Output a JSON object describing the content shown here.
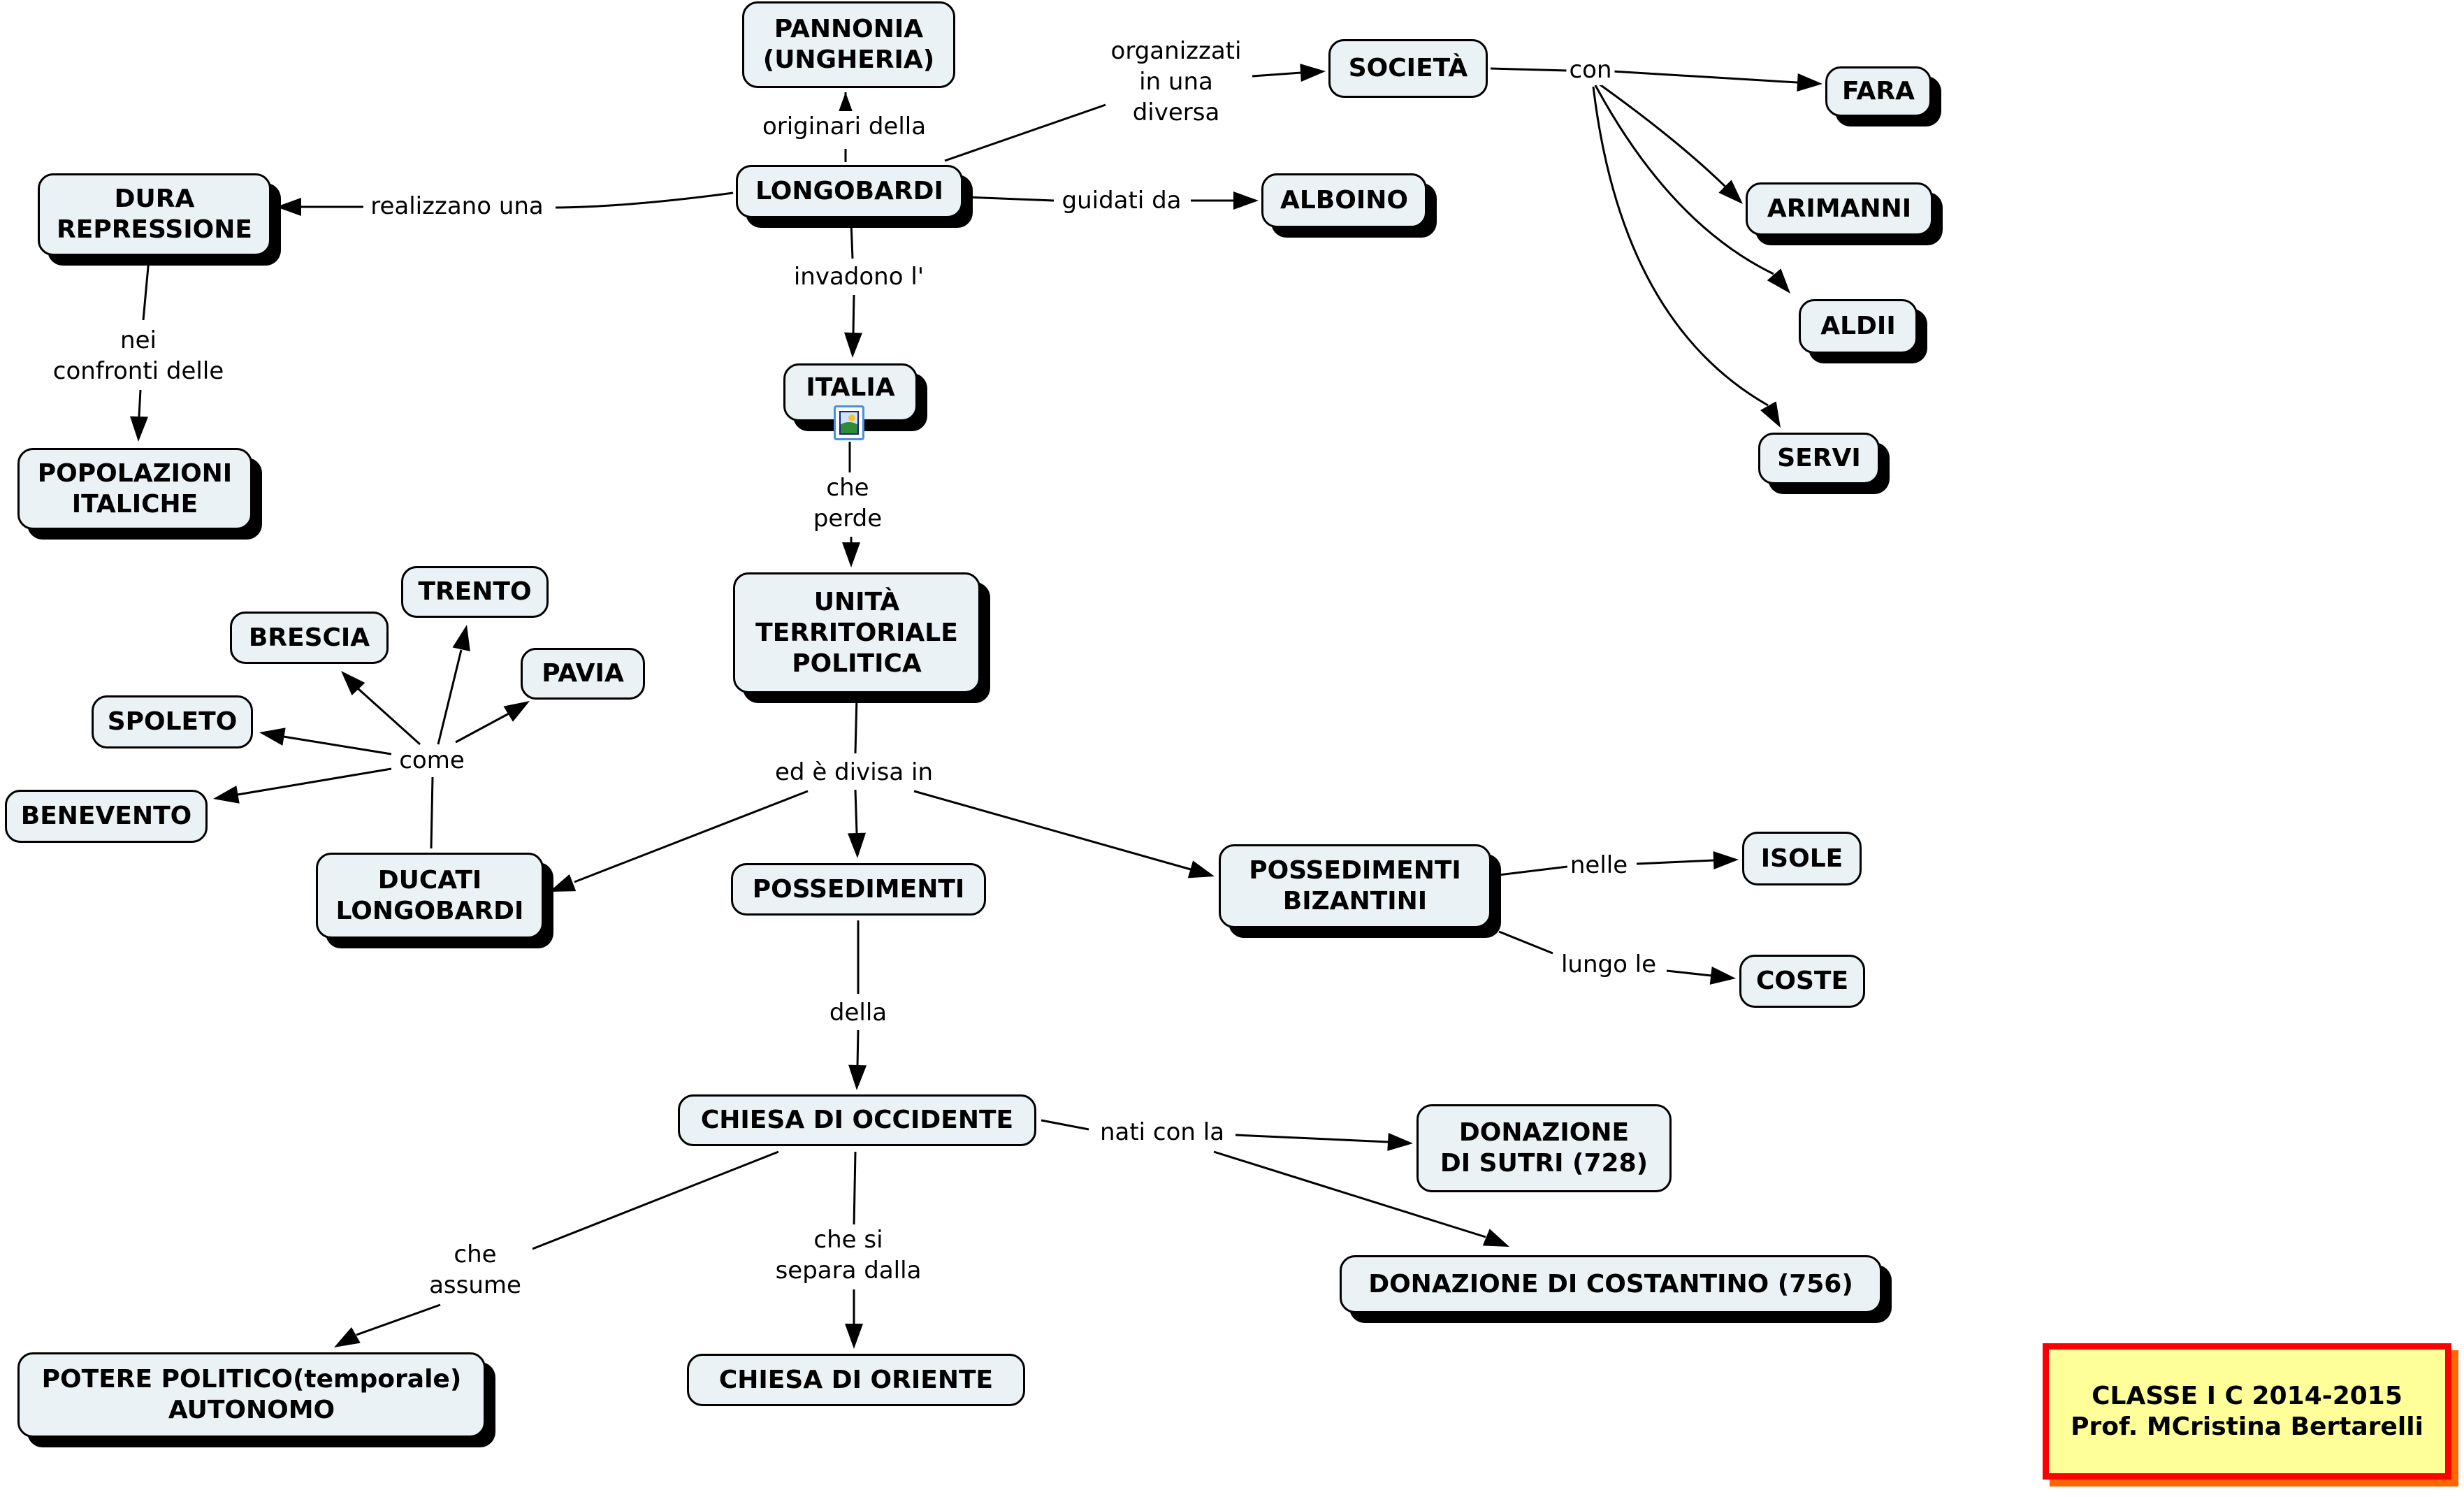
{
  "colors": {
    "node_fill": "#eaf2f5",
    "node_border": "#000000",
    "credit_fill": "#ffff99",
    "credit_border": "#ff0000",
    "credit_shadow": "#ff6600"
  },
  "nodes": {
    "pannonia": "PANNONIA\n(UNGHERIA)",
    "longobardi": "LONGOBARDI",
    "dura_repressione": "DURA\nREPRESSIONE",
    "popolazioni_italiche": "POPOLAZIONI\nITALICHE",
    "societa": "SOCIETÀ",
    "alboino": "ALBOINO",
    "fara": "FARA",
    "arimanni": "ARIMANNI",
    "aldii": "ALDII",
    "servi": "SERVI",
    "italia": "ITALIA",
    "unita": "UNITÀ\nTERRITORIALE\nPOLITICA",
    "trento": "TRENTO",
    "brescia": "BRESCIA",
    "pavia": "PAVIA",
    "spoleto": "SPOLETO",
    "benevento": "BENEVENTO",
    "ducati": "DUCATI\nLONGOBARDI",
    "possedimenti": "POSSEDIMENTI",
    "possedimenti_bizantini": "POSSEDIMENTI\nBIZANTINI",
    "isole": "ISOLE",
    "coste": "COSTE",
    "chiesa_occidente": "CHIESA DI OCCIDENTE",
    "donazione_sutri": "DONAZIONE\nDI SUTRI (728)",
    "donazione_costantino": "DONAZIONE DI COSTANTINO (756)",
    "potere_politico": "POTERE POLITICO(temporale)\nAUTONOMO",
    "chiesa_oriente": "CHIESA  DI  ORIENTE"
  },
  "links": {
    "originari_della": "originari della",
    "organizzati": "organizzati\nin una\ndiversa",
    "con": "con",
    "realizzano_una": "realizzano una",
    "guidati_da": "guidati da",
    "nei_confronti_delle": "nei\nconfronti delle",
    "invadono": "invadono l'",
    "che_perde": "che\nperde",
    "come": "come",
    "ed_e_divisa_in": "ed è divisa in",
    "nelle": "nelle",
    "lungo_le": "lungo le",
    "della": "della",
    "nati_con_la": "nati con la",
    "che_assume": "che\nassume",
    "che_si_separa_dalla": "che si\nsepara dalla"
  },
  "attachments": {
    "italia_image": "image-icon"
  },
  "credit": "CLASSE I C 2014-2015\nProf. MCristina Bertarelli"
}
